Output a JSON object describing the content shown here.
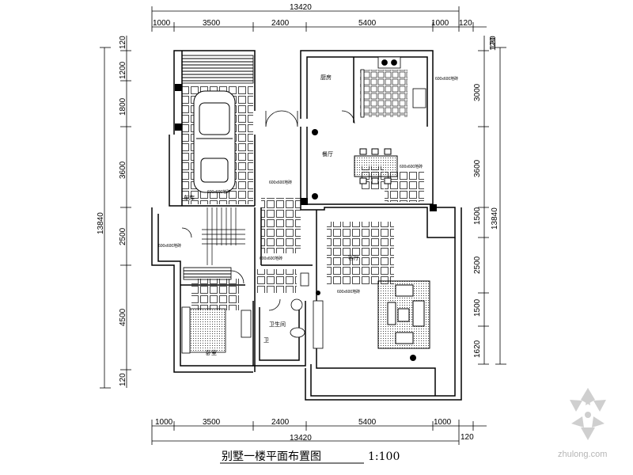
{
  "drawing": {
    "title": "别墅一楼平面布置图",
    "scale": "1:100",
    "top_total": "13420",
    "bottom_total": "13420",
    "top_dims": [
      "1000",
      "3500",
      "2400",
      "5400",
      "1000",
      "120"
    ],
    "bottom_dims": [
      "1000",
      "3500",
      "2400",
      "5400",
      "1000",
      "120"
    ],
    "left_total": "13840",
    "right_total": "13840",
    "left_dims": [
      "120",
      "1200",
      "1800",
      "3600",
      "2500",
      "4500",
      "120"
    ],
    "right_dims": [
      "120",
      "3000",
      "3600",
      "1500",
      "2500",
      "1500",
      "1620"
    ],
    "top_left_edge": "120"
  },
  "rooms": {
    "garage": "车库",
    "kitchen_side": "厨房",
    "dining": "餐厅",
    "living": "客厅",
    "bedroom": "卧室",
    "bathroom": "卫生间",
    "toilet": "卫"
  },
  "material_notes": [
    "600x600地砖",
    "600x600地砖",
    "600x600地砖",
    "600x600地砖",
    "600x600地砖",
    "600x600地砖",
    "600x600地砖"
  ],
  "watermark": "zhulong.com"
}
